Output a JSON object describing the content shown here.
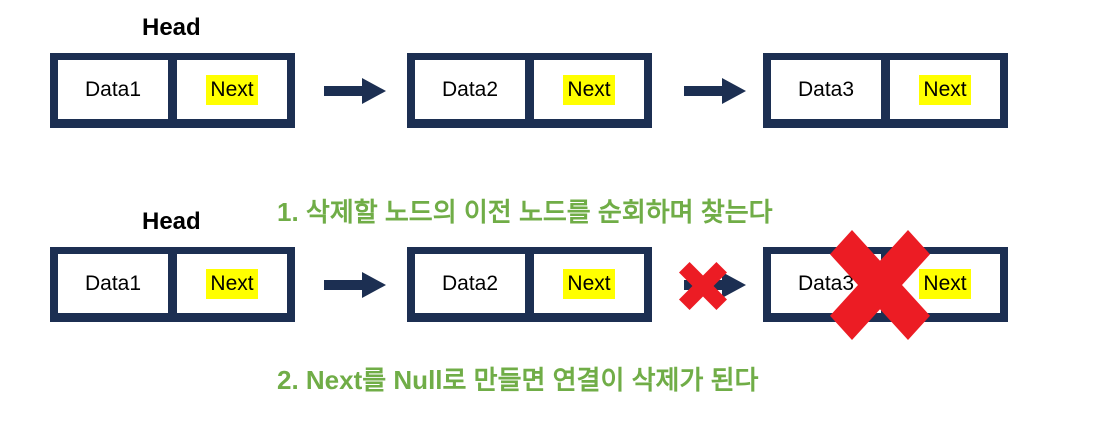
{
  "colors": {
    "node_border_navy": "#1C2F52",
    "arrow_navy": "#1C2F52",
    "delete_x_red": "#EC1C24",
    "next_highlight_yellow": "#FFFF00",
    "caption_green": "#70AD47",
    "cell_background": "#FFFFFF",
    "page_background": "#FFFFFF",
    "text_black": "#000000"
  },
  "diagram": {
    "rows": [
      {
        "head_label": "Head",
        "nodes": [
          {
            "data": "Data1",
            "next": "Next"
          },
          {
            "data": "Data2",
            "next": "Next"
          },
          {
            "data": "Data3",
            "next": "Next"
          }
        ]
      },
      {
        "head_label": "Head",
        "nodes": [
          {
            "data": "Data1",
            "next": "Next"
          },
          {
            "data": "Data2",
            "next": "Next"
          },
          {
            "data": "Data3",
            "next": "Next"
          }
        ],
        "deleted_link": "arrow from Data2 to Data3 crossed out",
        "deleted_node": "Data3 node crossed out"
      }
    ],
    "captions": [
      {
        "text": "1. 삭제할 노드의 이전 노드를 순회하며 찾는다"
      },
      {
        "text": "2. Next를 Null로 만들면 연결이 삭제가 된다"
      }
    ]
  }
}
